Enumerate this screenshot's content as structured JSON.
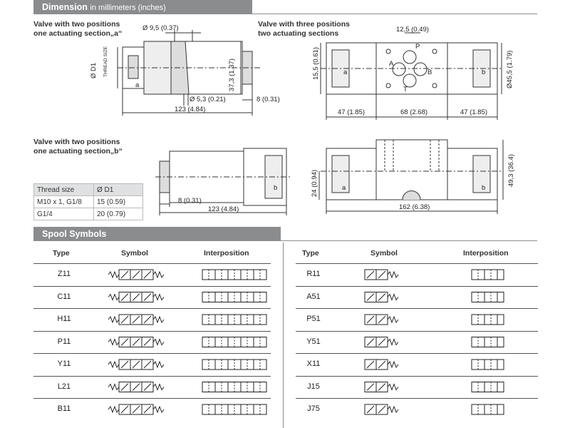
{
  "dimension": {
    "title": "Dimension",
    "subtitle": "in millimeters (inches)"
  },
  "captions": {
    "two_pos_a": [
      "Valve with two positions",
      "one actuating section„a“"
    ],
    "three_pos": [
      "Valve with three positions",
      "two actuating sections"
    ],
    "two_pos_b": [
      "Valve with two positions",
      "one actuating section„b“"
    ]
  },
  "dims": {
    "d95": "Ø 9,5 (0.37)",
    "d1": "Ø D1",
    "thread_size": "THREAD SIZE",
    "d373": "37,3 (1.37)",
    "d53": "Ø 5,3 (0.21)",
    "d8a": "8 (0.31)",
    "d123a": "123 (4.84)",
    "d125": "12,5 (0.49)",
    "d155": "15,5 (0.61)",
    "d455": "Ø45,5 (1.79)",
    "d47a": "47 (1.85)",
    "d68": "68 (2.68)",
    "d47b": "47 (1.85)",
    "d8b": "8 (0.31)",
    "d123b": "123 (4.84)",
    "d24": "24 (0.94)",
    "d493": "49,3 (36.4)",
    "d162": "162 (6.38)",
    "label_a": "a",
    "label_b": "b",
    "port_p": "P",
    "port_a": "A",
    "port_b": "B",
    "port_t": "T"
  },
  "thread_table": {
    "headers": [
      "Thread size",
      "Ø D1"
    ],
    "rows": [
      [
        "M10 x 1, G1/8",
        "15 (0.59)"
      ],
      [
        "G1/4",
        "20 (0.79)"
      ]
    ]
  },
  "spool": {
    "title": "Spool Symbols",
    "headers": [
      "Type",
      "Symbol",
      "Interposition"
    ],
    "left_types": [
      "Z11",
      "C11",
      "H11",
      "P11",
      "Y11",
      "L21",
      "B11"
    ],
    "right_types": [
      "R11",
      "A51",
      "P51",
      "Y51",
      "X11",
      "J15",
      "J75"
    ]
  }
}
